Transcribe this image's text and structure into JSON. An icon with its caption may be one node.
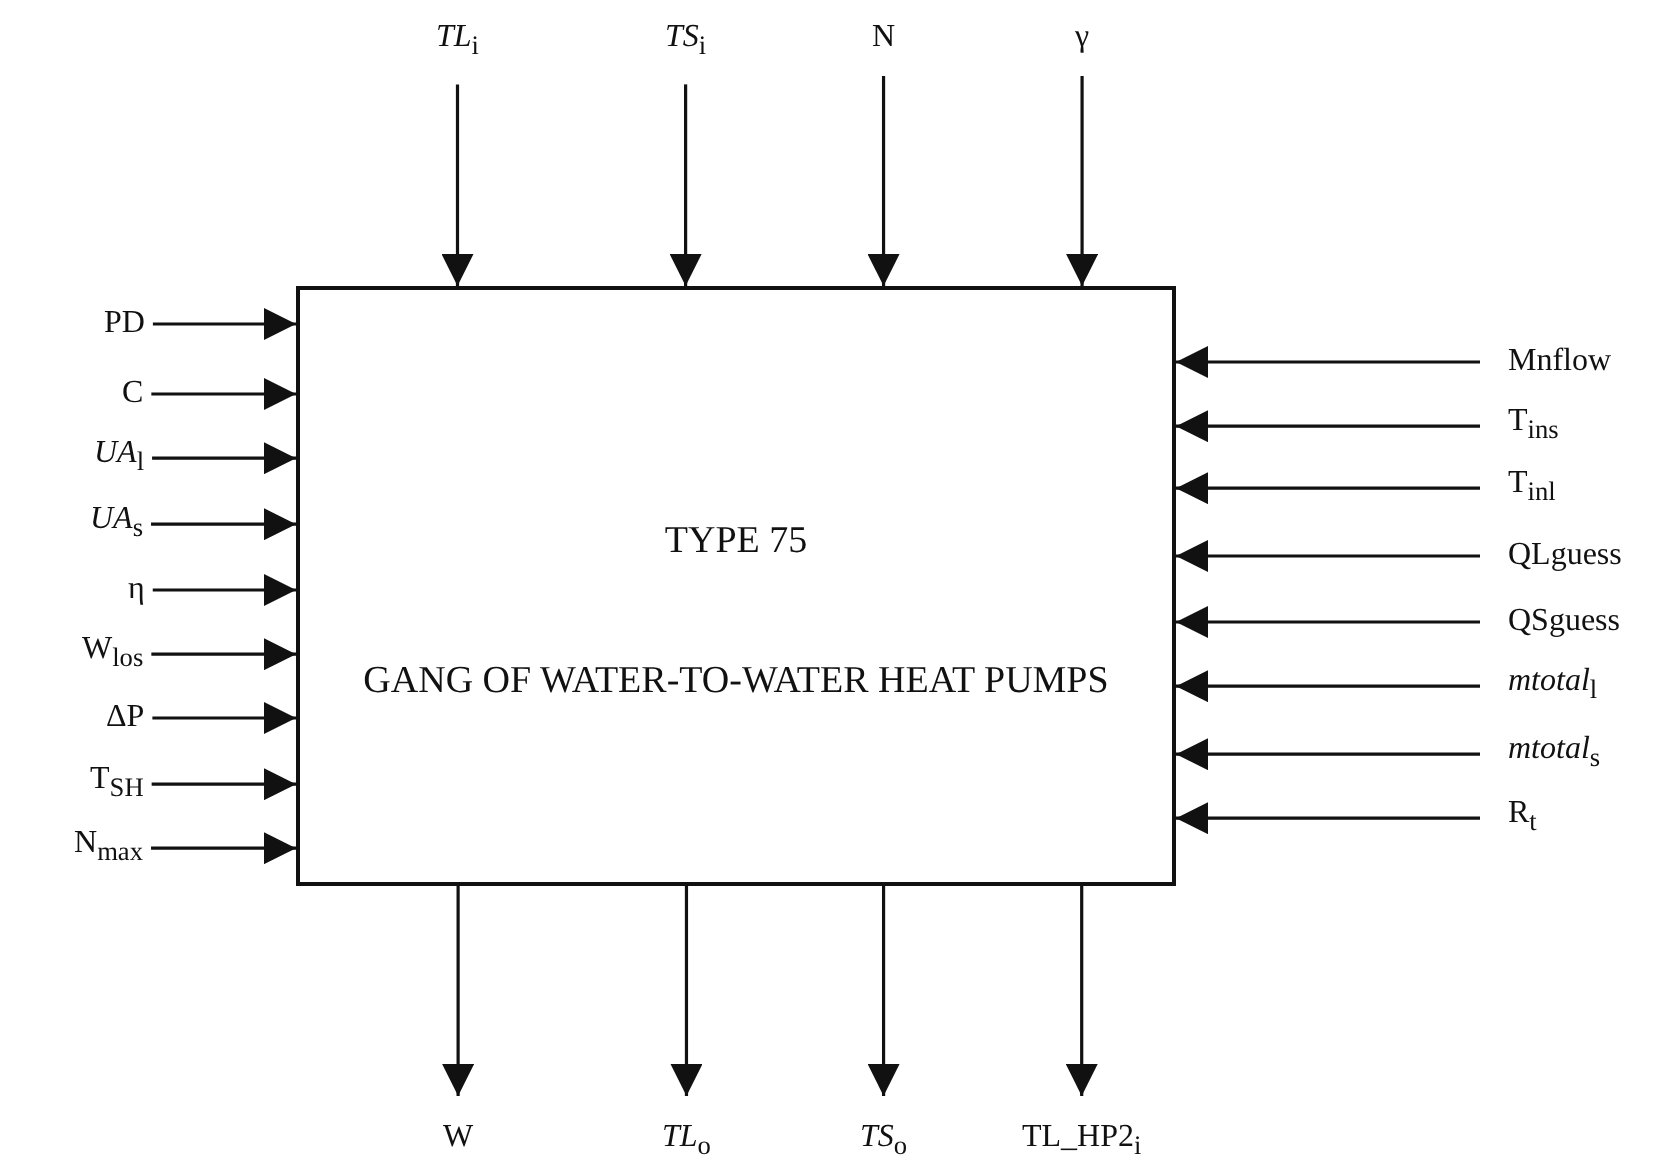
{
  "diagram": {
    "nodes": [
      {
        "text": [
          "TYPE 75",
          "GANG OF WATER-TO-WATER HEAT PUMPS"
        ]
      },
      {
        "text": [
          "*TL*$_{i}$"
        ]
      },
      {
        "text": [
          "*TS*$_{i}$"
        ]
      },
      {
        "text": [
          "N"
        ]
      },
      {
        "text": [
          "γ"
        ]
      },
      {
        "text": [
          "PD"
        ]
      },
      {
        "text": [
          "C"
        ]
      },
      {
        "text": [
          "*UA*$_{l}$"
        ]
      },
      {
        "text": [
          "*UA*$_{s}$"
        ]
      },
      {
        "text": [
          "η"
        ]
      },
      {
        "text": [
          "W$_{los}$"
        ]
      },
      {
        "text": [
          "ΔP"
        ]
      },
      {
        "text": [
          "T$_{SH}$"
        ]
      },
      {
        "text": [
          "N$_{max}$"
        ]
      },
      {
        "text": [
          "Mnflow"
        ]
      },
      {
        "text": [
          "T$_{ins}$"
        ]
      },
      {
        "text": [
          "T$_{inl}$"
        ]
      },
      {
        "text": [
          "QLguess"
        ]
      },
      {
        "text": [
          "QSguess"
        ]
      },
      {
        "text": [
          "*mtotal*$_{l}$"
        ]
      },
      {
        "text": [
          "*mtotal*$_{s}$"
        ]
      },
      {
        "text": [
          "R$_{t}$"
        ]
      },
      {
        "text": [
          "W"
        ]
      },
      {
        "text": [
          "*TL*$_{o}$"
        ]
      },
      {
        "text": [
          "*TS*$_{o}$"
        ]
      },
      {
        "text": [
          "TL_HP2$_{i}$"
        ]
      }
    ],
    "edges": [
      {
        "from": 1,
        "to": 0,
        "arrow": "to"
      },
      {
        "from": 2,
        "to": 0,
        "arrow": "to"
      },
      {
        "from": 3,
        "to": 0,
        "arrow": "to"
      },
      {
        "from": 4,
        "to": 0,
        "arrow": "to"
      },
      {
        "from": 5,
        "to": 0,
        "arrow": "to"
      },
      {
        "from": 6,
        "to": 0,
        "arrow": "to"
      },
      {
        "from": 7,
        "to": 0,
        "arrow": "to"
      },
      {
        "from": 8,
        "to": 0,
        "arrow": "to"
      },
      {
        "from": 9,
        "to": 0,
        "arrow": "to"
      },
      {
        "from": 10,
        "to": 0,
        "arrow": "to"
      },
      {
        "from": 11,
        "to": 0,
        "arrow": "to"
      },
      {
        "from": 12,
        "to": 0,
        "arrow": "to"
      },
      {
        "from": 13,
        "to": 0,
        "arrow": "to"
      },
      {
        "from": 14,
        "to": 0,
        "arrow": "to"
      },
      {
        "from": 15,
        "to": 0,
        "arrow": "to"
      },
      {
        "from": 16,
        "to": 0,
        "arrow": "to"
      },
      {
        "from": 17,
        "to": 0,
        "arrow": "to"
      },
      {
        "from": 18,
        "to": 0,
        "arrow": "to"
      },
      {
        "from": 19,
        "to": 0,
        "arrow": "to"
      },
      {
        "from": 20,
        "to": 0,
        "arrow": "to"
      },
      {
        "from": 21,
        "to": 0,
        "arrow": "to"
      },
      {
        "from": 0,
        "to": 22,
        "arrow": "to"
      },
      {
        "from": 0,
        "to": 23,
        "arrow": "to"
      },
      {
        "from": 0,
        "to": 24,
        "arrow": "to"
      },
      {
        "from": 0,
        "to": 25,
        "arrow": "to"
      }
    ]
  }
}
